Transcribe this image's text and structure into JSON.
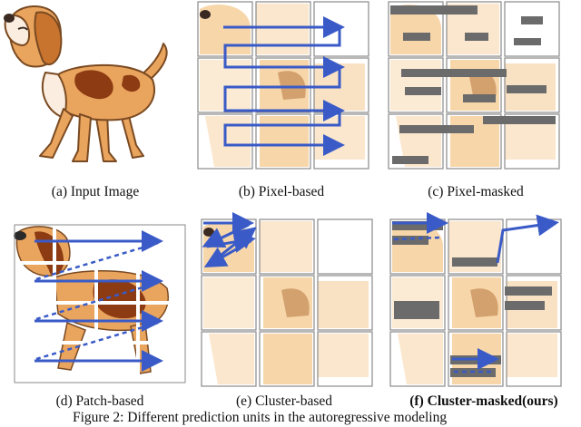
{
  "panels": [
    {
      "id": "a",
      "caption": "(a) Input Image",
      "bold": false
    },
    {
      "id": "b",
      "caption": "(b) Pixel-based",
      "bold": false
    },
    {
      "id": "c",
      "caption": "(c) Pixel-masked",
      "bold": false
    },
    {
      "id": "d",
      "caption": "(d) Patch-based",
      "bold": false
    },
    {
      "id": "e",
      "caption": "(e) Cluster-based",
      "bold": false
    },
    {
      "id": "f",
      "caption": "(f) Cluster-masked(ours)",
      "bold": true
    }
  ],
  "figure_caption": "Figure 2: Different prediction units in the autoregressive modeling",
  "colors": {
    "arrow": "#3a5bc7",
    "mask": "#6b6b6b",
    "dog_fur": "#e9a45e",
    "dog_fur_light": "#f6cf9c",
    "dog_patch": "#8c3b12",
    "dog_white": "#fbeee0",
    "outline": "#7a4a22"
  }
}
